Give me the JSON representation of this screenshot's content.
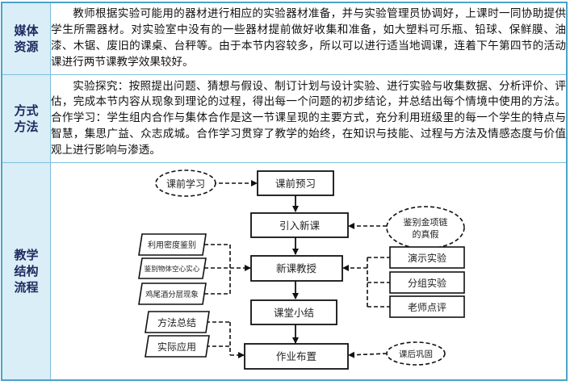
{
  "rows": [
    {
      "label_lines": [
        "媒体",
        "资源"
      ],
      "text": "教师根据实验可能用的器材进行相应的实验器材准备，并与实验管理员协调好，上课时一同协助提供学生所需器材。对实验室中没有的一些器材提前做好收集和准备，如大塑料可乐瓶、铅球、保鲜膜、油漆、木锯、废旧的课桌、台秤等。由于本节内容较多，所以可以进行适当地调课，连着下午第四节的活动课进行两节课教学效果较好。"
    },
    {
      "label_lines": [
        "方式",
        "方法"
      ],
      "text": "实验探究：按照提出问题、猜想与假设、制订计划与设计实验、进行实验与收集数据、分析评价、评估，完成本节内容从现象到理论的过程，得出每一个问题的初步结论，并总结出每个情境中使用的方法。合作学习：学生组内合作与集体合作是这一节课呈现的主要方式，充分利用班级里的每一个学生的特点与智慧，集思广益、众志成城。合作学习贯穿了教学的始终，在知识与技能、过程与方法及情感态度与价值观上进行影响与渗透。"
    },
    {
      "label_lines": [
        "教学",
        "结构",
        "流程"
      ]
    }
  ],
  "flow": {
    "main_steps": [
      "课前预习",
      "引入新课",
      "新课教授",
      "课堂小结",
      "作业布置"
    ],
    "ellipses": [
      "课前学习",
      "鉴别金项链的真假",
      "课后巩固"
    ],
    "left_slanted": [
      "利用密度鉴别",
      "鉴别物体空心实心",
      "鸡尾酒分层现象",
      "方法总结",
      "实际应用"
    ],
    "right_boxes": [
      "演示实验",
      "分组实验",
      "老师点评"
    ]
  }
}
